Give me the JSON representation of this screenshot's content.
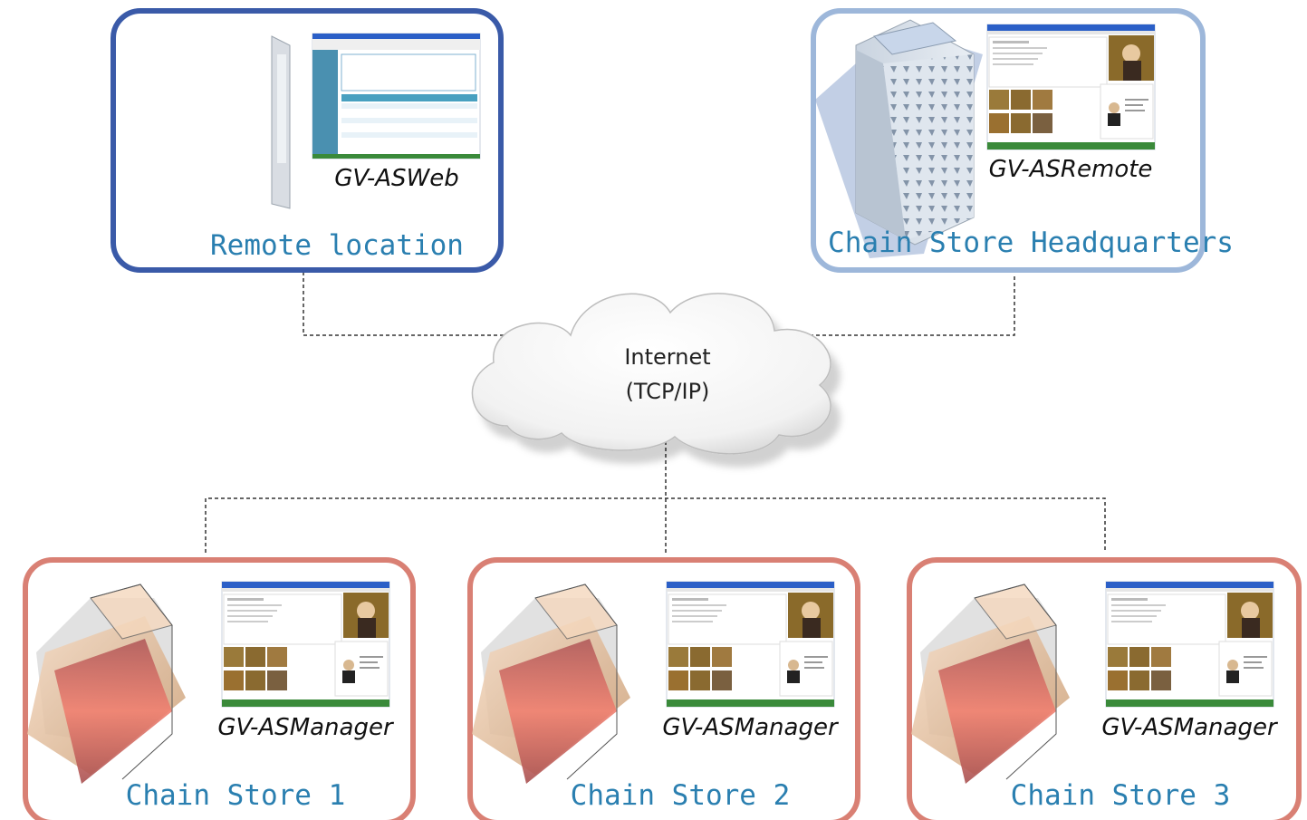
{
  "remote": {
    "software": "GV-ASWeb",
    "location": "Remote location"
  },
  "headquarters": {
    "software": "GV-ASRemote",
    "location": "Chain Store Headquarters"
  },
  "internet": {
    "line1": "Internet",
    "line2": "(TCP/IP)"
  },
  "stores": [
    {
      "software": "GV-ASManager",
      "location": "Chain Store 1"
    },
    {
      "software": "GV-ASManager",
      "location": "Chain Store 2"
    },
    {
      "software": "GV-ASManager",
      "location": "Chain Store 3"
    }
  ],
  "colors": {
    "remote_border": "#3a5aa8",
    "hq_border": "#9db7da",
    "store_border": "#d98074",
    "location_text": "#2a7fb0",
    "connector": "#333333"
  }
}
